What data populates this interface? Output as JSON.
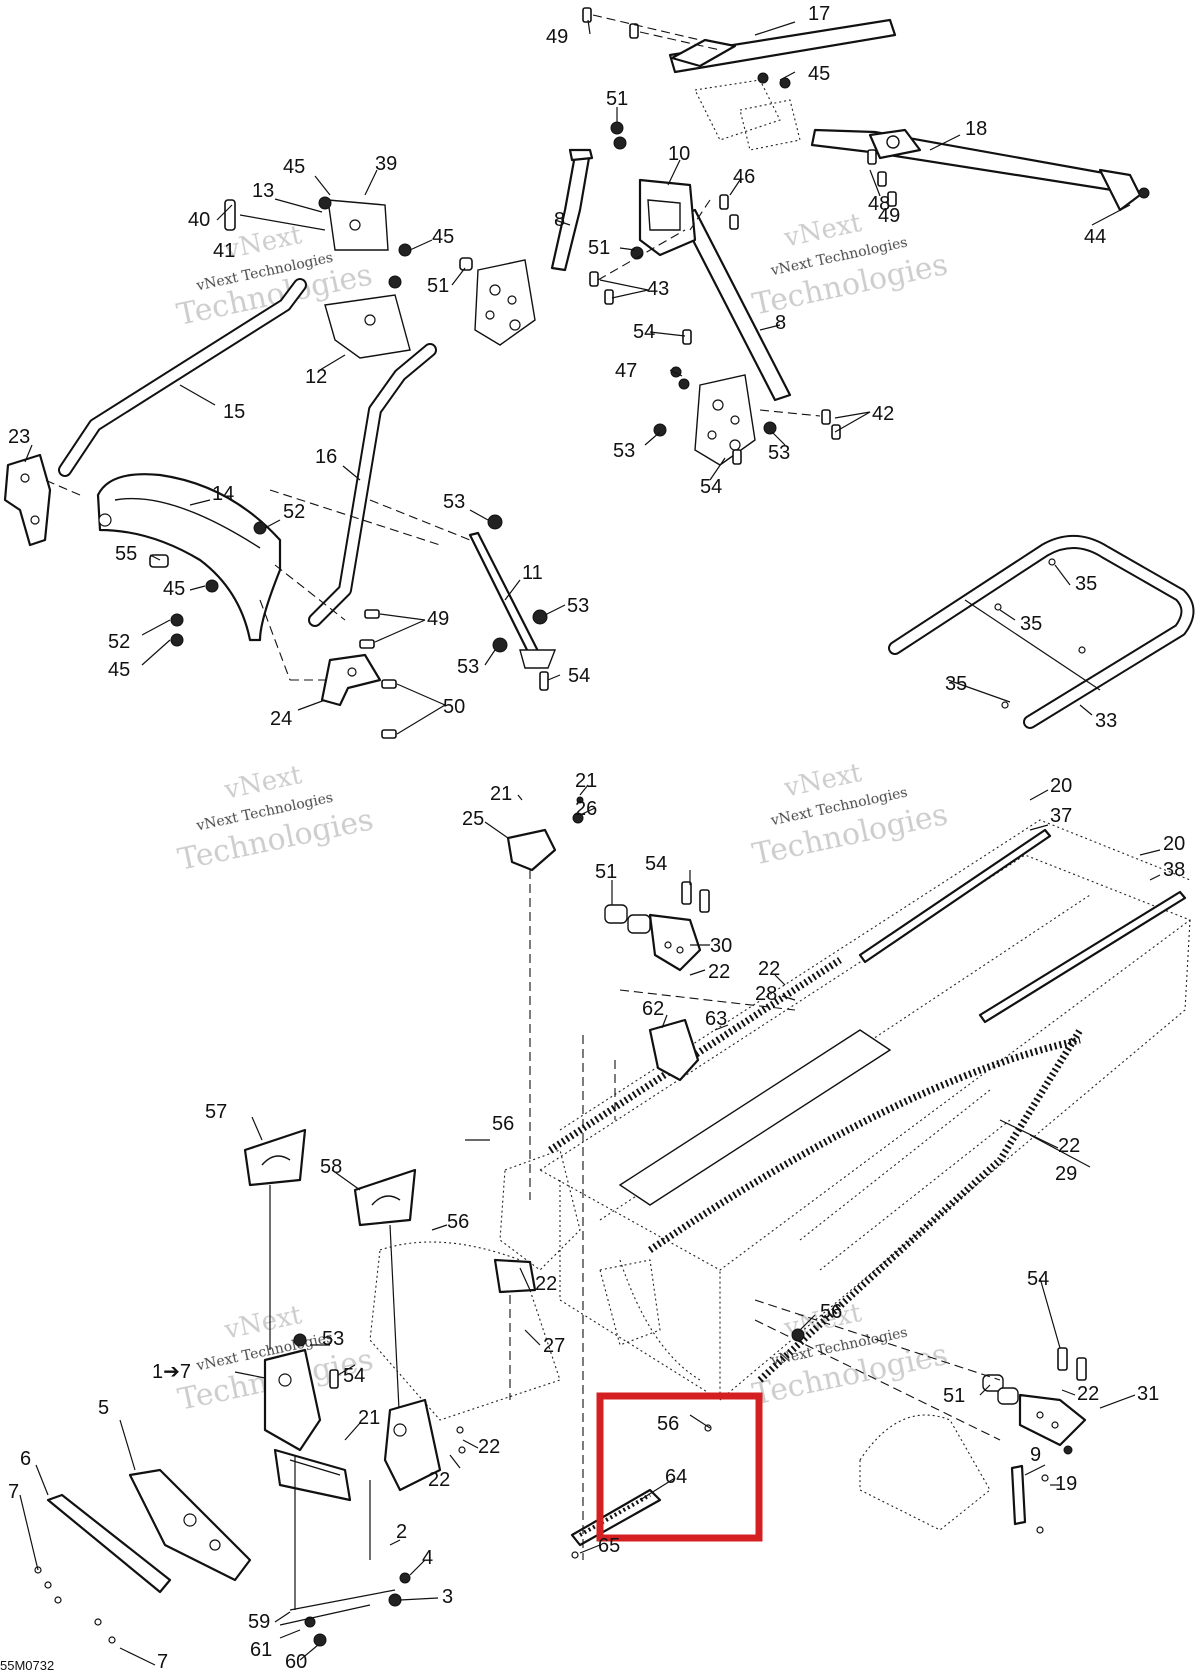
{
  "diagram": {
    "figure_code": "55M0732",
    "watermark": {
      "line1": "vNext",
      "line2": "vNext Technologies",
      "line3": "Technologies"
    },
    "highlight_color": "#d42020",
    "labels": [
      {
        "id": "l17",
        "text": "17"
      },
      {
        "id": "l49a",
        "text": "49"
      },
      {
        "id": "l45a",
        "text": "45"
      },
      {
        "id": "l18",
        "text": "18"
      },
      {
        "id": "l51a",
        "text": "51"
      },
      {
        "id": "l10",
        "text": "10"
      },
      {
        "id": "l46",
        "text": "46"
      },
      {
        "id": "l48",
        "text": "48"
      },
      {
        "id": "l49b",
        "text": "49"
      },
      {
        "id": "l44",
        "text": "44"
      },
      {
        "id": "l45b",
        "text": "45"
      },
      {
        "id": "l39",
        "text": "39"
      },
      {
        "id": "l13",
        "text": "13"
      },
      {
        "id": "l40",
        "text": "40"
      },
      {
        "id": "l41",
        "text": "41"
      },
      {
        "id": "l45c",
        "text": "45"
      },
      {
        "id": "l8a",
        "text": "8"
      },
      {
        "id": "l51b",
        "text": "51"
      },
      {
        "id": "l51c",
        "text": "51"
      },
      {
        "id": "l43",
        "text": "43"
      },
      {
        "id": "l8b",
        "text": "8"
      },
      {
        "id": "l54a",
        "text": "54"
      },
      {
        "id": "l12",
        "text": "12"
      },
      {
        "id": "l47",
        "text": "47"
      },
      {
        "id": "l15",
        "text": "15"
      },
      {
        "id": "l42",
        "text": "42"
      },
      {
        "id": "l23",
        "text": "23"
      },
      {
        "id": "l53a",
        "text": "53"
      },
      {
        "id": "l53b",
        "text": "53"
      },
      {
        "id": "l16",
        "text": "16"
      },
      {
        "id": "l54b",
        "text": "54"
      },
      {
        "id": "l14",
        "text": "14"
      },
      {
        "id": "l53c",
        "text": "53"
      },
      {
        "id": "l52a",
        "text": "52"
      },
      {
        "id": "l55",
        "text": "55"
      },
      {
        "id": "l11",
        "text": "11"
      },
      {
        "id": "l45d",
        "text": "45"
      },
      {
        "id": "l53d",
        "text": "53"
      },
      {
        "id": "l49c",
        "text": "49"
      },
      {
        "id": "l52b",
        "text": "52"
      },
      {
        "id": "l45e",
        "text": "45"
      },
      {
        "id": "l53e",
        "text": "53"
      },
      {
        "id": "l54c",
        "text": "54"
      },
      {
        "id": "l50",
        "text": "50"
      },
      {
        "id": "l24",
        "text": "24"
      },
      {
        "id": "l35a",
        "text": "35"
      },
      {
        "id": "l35b",
        "text": "35"
      },
      {
        "id": "l35c",
        "text": "35"
      },
      {
        "id": "l33",
        "text": "33"
      },
      {
        "id": "l21a",
        "text": "21"
      },
      {
        "id": "l21b",
        "text": "21"
      },
      {
        "id": "l26",
        "text": "26"
      },
      {
        "id": "l25",
        "text": "25"
      },
      {
        "id": "l20a",
        "text": "20"
      },
      {
        "id": "l37",
        "text": "37"
      },
      {
        "id": "l20b",
        "text": "20"
      },
      {
        "id": "l38",
        "text": "38"
      },
      {
        "id": "l51d",
        "text": "51"
      },
      {
        "id": "l54d",
        "text": "54"
      },
      {
        "id": "l30",
        "text": "30"
      },
      {
        "id": "l22a",
        "text": "22"
      },
      {
        "id": "l22b",
        "text": "22"
      },
      {
        "id": "l28",
        "text": "28"
      },
      {
        "id": "l62",
        "text": "62"
      },
      {
        "id": "l63",
        "text": "63"
      },
      {
        "id": "l57",
        "text": "57"
      },
      {
        "id": "l56a",
        "text": "56"
      },
      {
        "id": "l22c",
        "text": "22"
      },
      {
        "id": "l58",
        "text": "58"
      },
      {
        "id": "l29",
        "text": "29"
      },
      {
        "id": "l56b",
        "text": "56"
      },
      {
        "id": "l22d",
        "text": "22"
      },
      {
        "id": "l53f",
        "text": "53"
      },
      {
        "id": "l27",
        "text": "27"
      },
      {
        "id": "l54e",
        "text": "54"
      },
      {
        "id": "l56c",
        "text": "56"
      },
      {
        "id": "l51e",
        "text": "51"
      },
      {
        "id": "l1_7",
        "text": "1➔7"
      },
      {
        "id": "l54f",
        "text": "54"
      },
      {
        "id": "l21c",
        "text": "21"
      },
      {
        "id": "l5",
        "text": "5"
      },
      {
        "id": "l22e",
        "text": "22"
      },
      {
        "id": "l22f",
        "text": "22"
      },
      {
        "id": "l22g",
        "text": "22"
      },
      {
        "id": "l31",
        "text": "31"
      },
      {
        "id": "l6",
        "text": "6"
      },
      {
        "id": "l56d",
        "text": "56"
      },
      {
        "id": "l9",
        "text": "9"
      },
      {
        "id": "l7a",
        "text": "7"
      },
      {
        "id": "l64",
        "text": "64"
      },
      {
        "id": "l19",
        "text": "19"
      },
      {
        "id": "l2",
        "text": "2"
      },
      {
        "id": "l4",
        "text": "4"
      },
      {
        "id": "l65",
        "text": "65"
      },
      {
        "id": "l3",
        "text": "3"
      },
      {
        "id": "l59",
        "text": "59"
      },
      {
        "id": "l7b",
        "text": "7"
      },
      {
        "id": "l61",
        "text": "61"
      },
      {
        "id": "l60",
        "text": "60"
      }
    ]
  }
}
